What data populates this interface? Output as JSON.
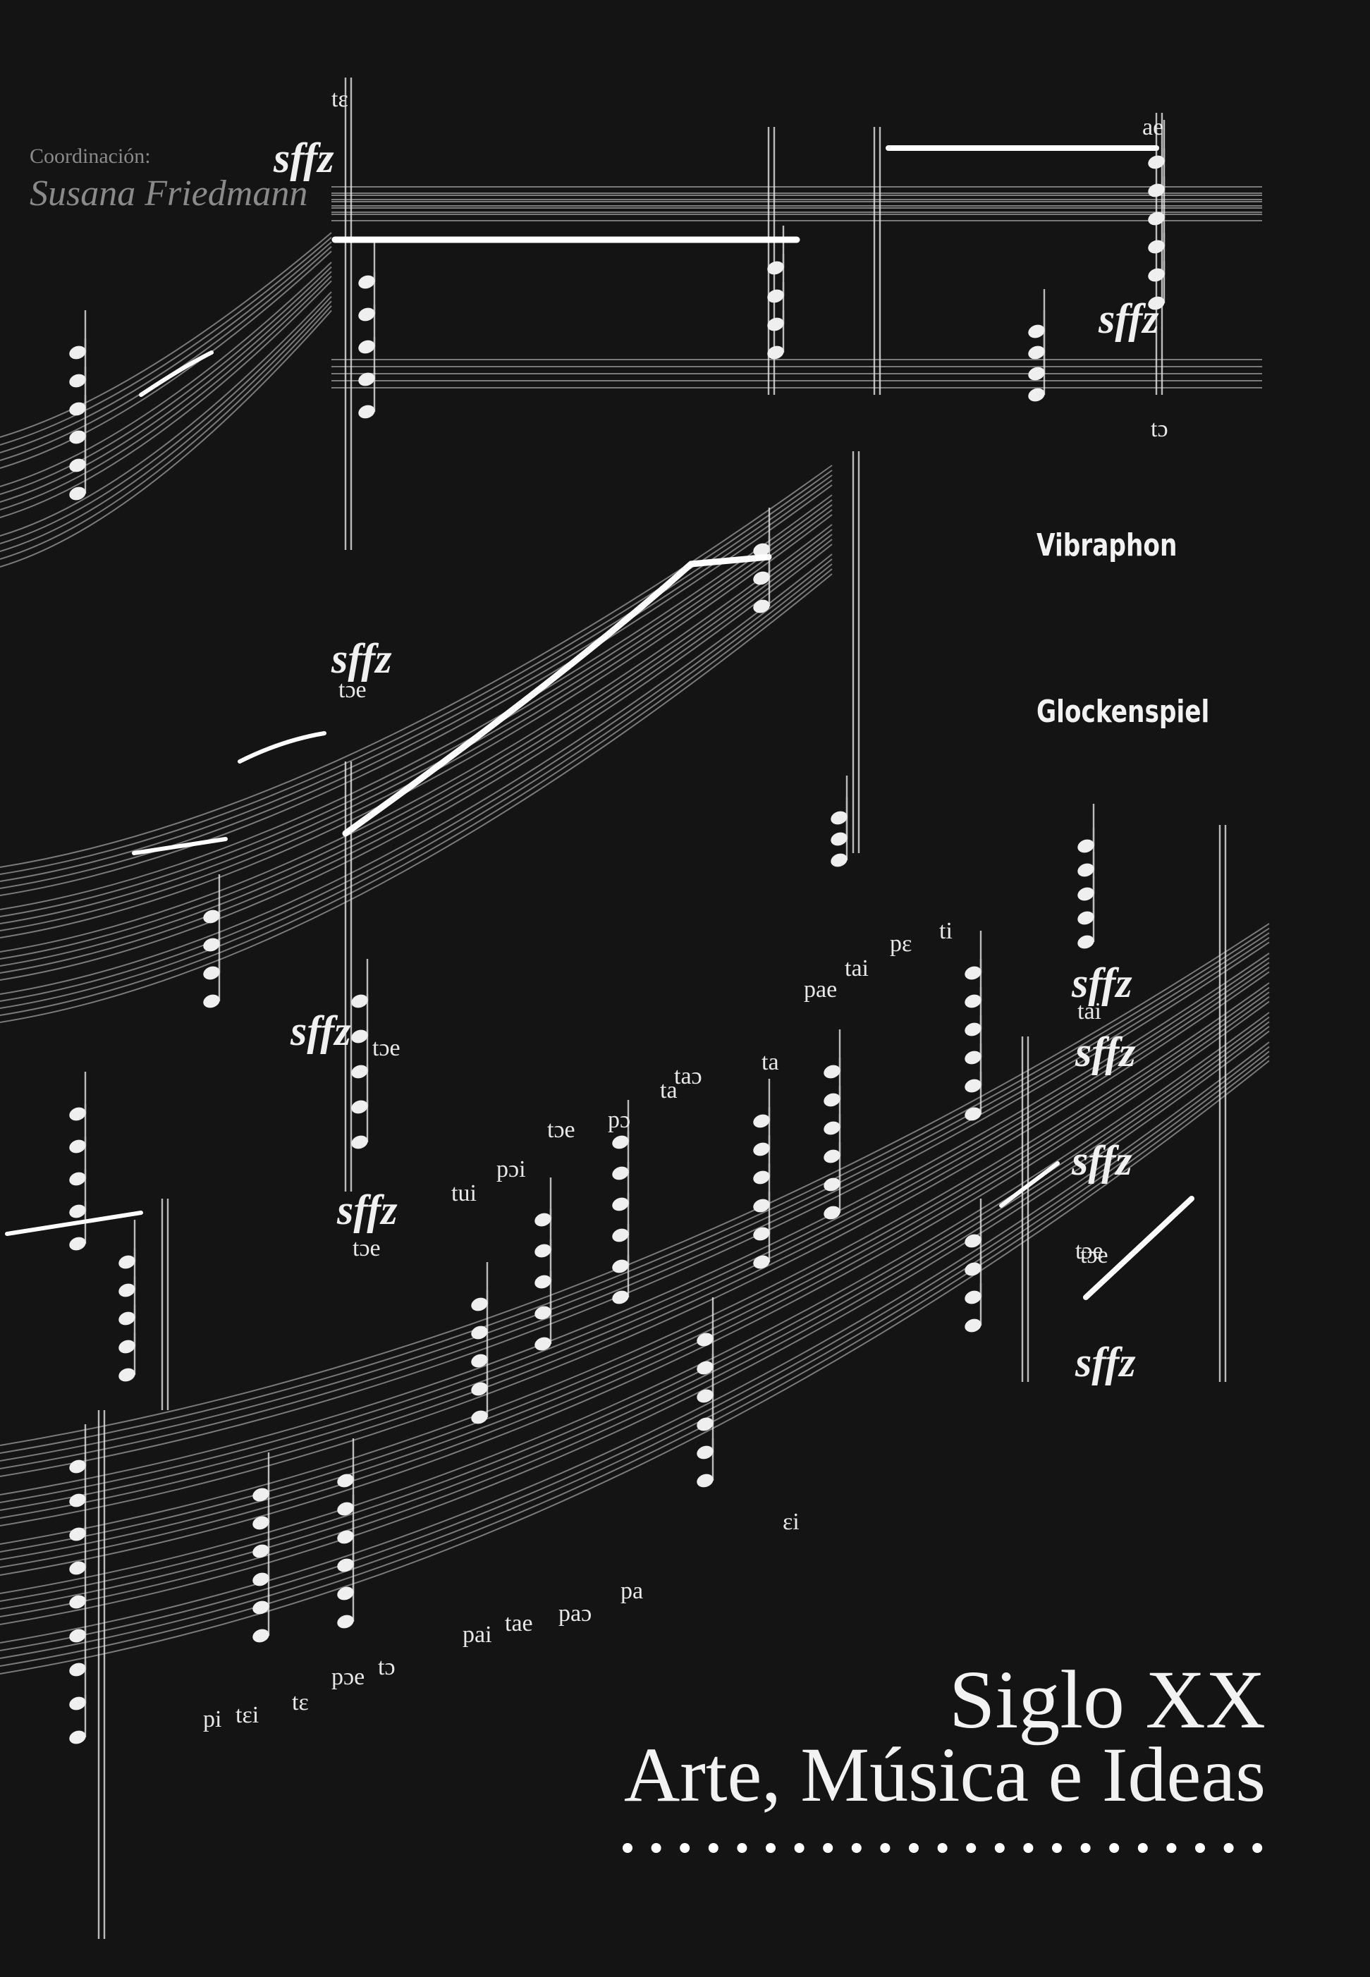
{
  "credit": {
    "role": "Coordinación:",
    "name": "Susana Friedmann"
  },
  "title": {
    "line1": "Siglo XX",
    "line2": "Arte, Música e Ideas"
  },
  "score": {
    "instruments": [
      "Vibraphon",
      "Glockenspiel"
    ],
    "dynamics": [
      "sffz",
      "sffz",
      "sffz",
      "sffz",
      "sffz",
      "sffz",
      "sffz",
      "sffz",
      "sffz"
    ],
    "syllables": [
      "tε",
      "ae",
      "tɔ",
      "tɔe",
      "pε",
      "ti",
      "tai",
      "pae",
      "tai",
      "ta",
      "taɔ",
      "ta",
      "tɔe",
      "pɔ",
      "pɔi",
      "tɔe",
      "tɔe",
      "tɔe",
      "tɔe",
      "tui",
      "εi",
      "pa",
      "pai",
      "tae",
      "paɔ",
      "pɔe",
      "tɔ",
      "pi",
      "tεi",
      "tε"
    ]
  },
  "colors": {
    "background": "#141414",
    "ink": "#f2f2f2",
    "credit": "#8a8a8a"
  }
}
